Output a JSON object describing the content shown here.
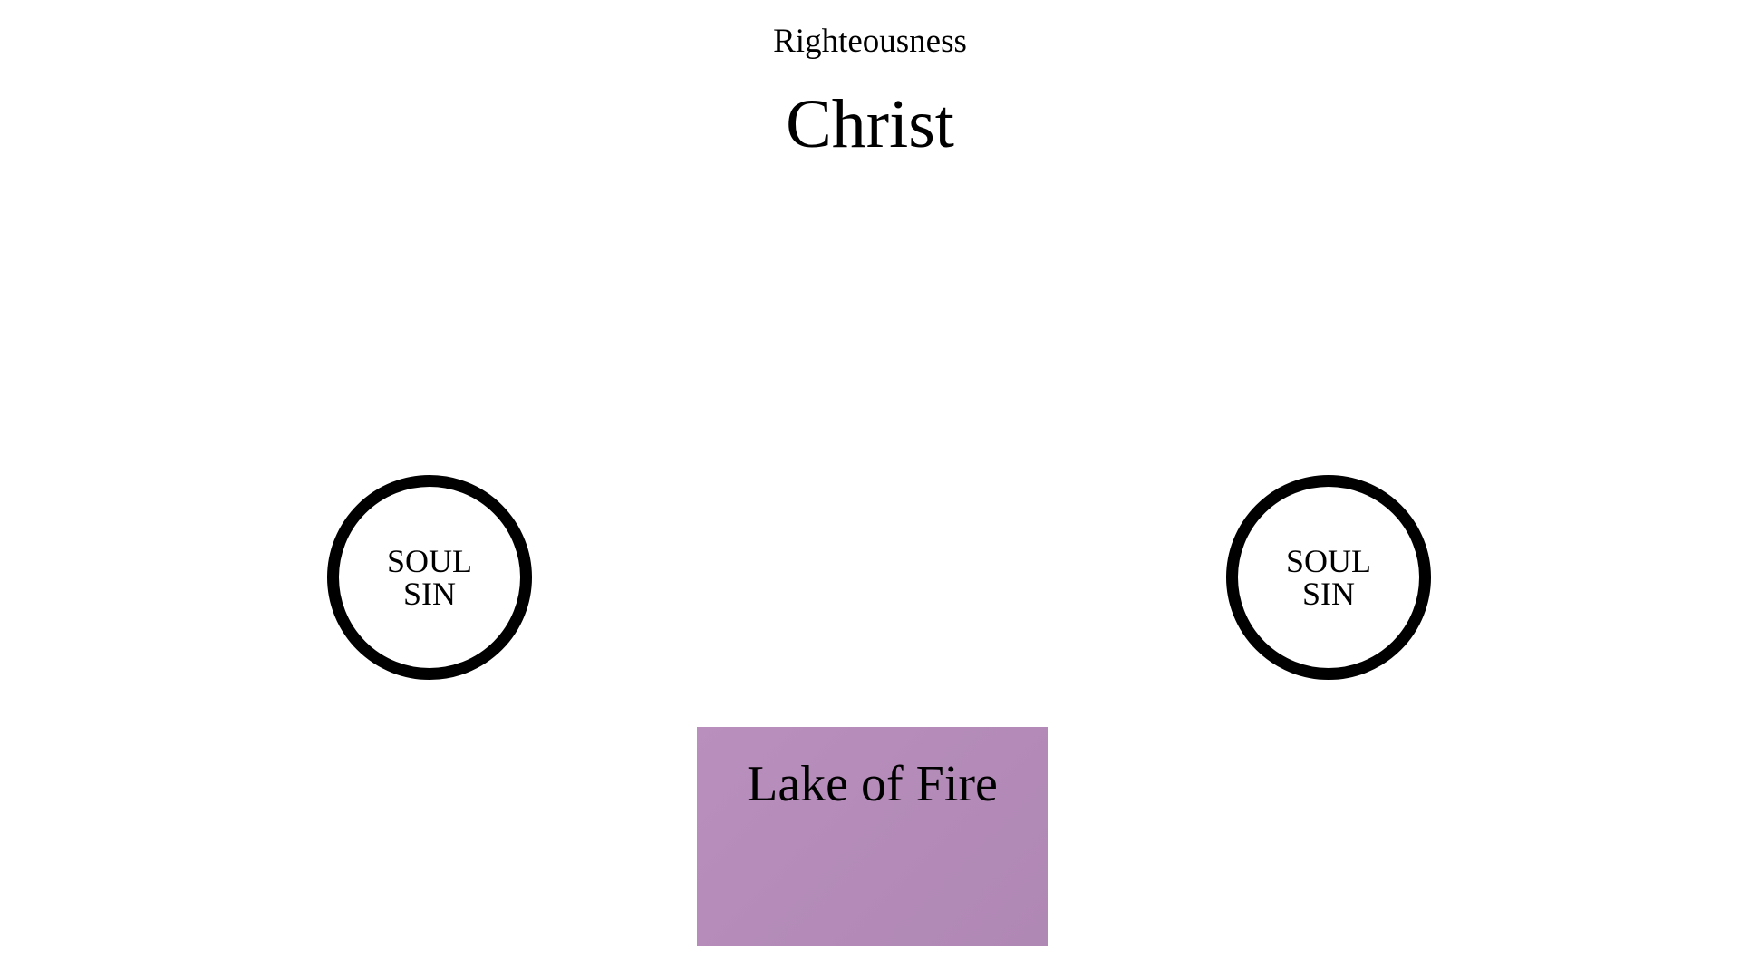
{
  "diagram": {
    "top_caption": "Righteousness",
    "top_title": "Christ",
    "left_soul": {
      "line1": "SOUL",
      "line2": "SIN"
    },
    "right_soul": {
      "line1": "SOUL",
      "line2": "SIN"
    },
    "bottom_box": {
      "label": "Lake of Fire",
      "fill_color": "#b98fbd"
    },
    "colors": {
      "background": "#ffffff",
      "text": "#000000",
      "circle_stroke": "#000000"
    }
  }
}
